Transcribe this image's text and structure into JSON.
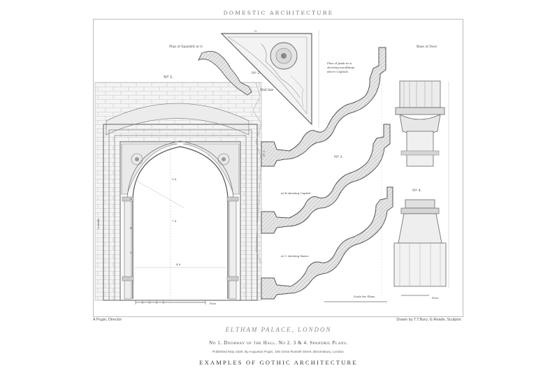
{
  "header": {
    "top_title": "DOMESTIC ARCHITECTURE"
  },
  "plate": {
    "fig1": "Nº 1.",
    "fig2": "Nº 2.",
    "fig3": "Nº 3.",
    "fig4": "Nº 4.",
    "fig3_side": "Nº 3.",
    "plan_spandril": "Plan of Spandril at G",
    "wall_line": "Wall line",
    "plan_jamb_line1": "Plan of Jamb at A",
    "plan_jamb_line2": "shewing mouldings",
    "plan_jamb_line3": "above Capitals.",
    "at_b": "at B shewing Capital",
    "at_c": "at C shewing Bases",
    "base_of_door": "Base of Door",
    "scale_plans": "Scale for Plans.",
    "foot_left": "Foot.",
    "foot_right": "Foot",
    "letter_a": "A",
    "letter_b": "B",
    "letter_c": "C",
    "letter_g": "G",
    "outside": "Outside",
    "dim_top": "5 6",
    "dim_width": "4 6",
    "dim_height": "7 6"
  },
  "credits": {
    "left": "A Pugin, Director",
    "right": "Drawn by T.T.Bury. G.Reade, Sculptor."
  },
  "footer": {
    "main_title": "ELTHAM PALACE, LONDON",
    "subtitle": "No 1. Doorway of the Hall. No 2. 3 & 4. Spandril Plans.",
    "publication": "Published May 1828. By Augustus Pugin, 105 Great Russell Street, Bloomsbury, London.",
    "series": "EXAMPLES OF GOTHIC ARCHITECTURE"
  }
}
